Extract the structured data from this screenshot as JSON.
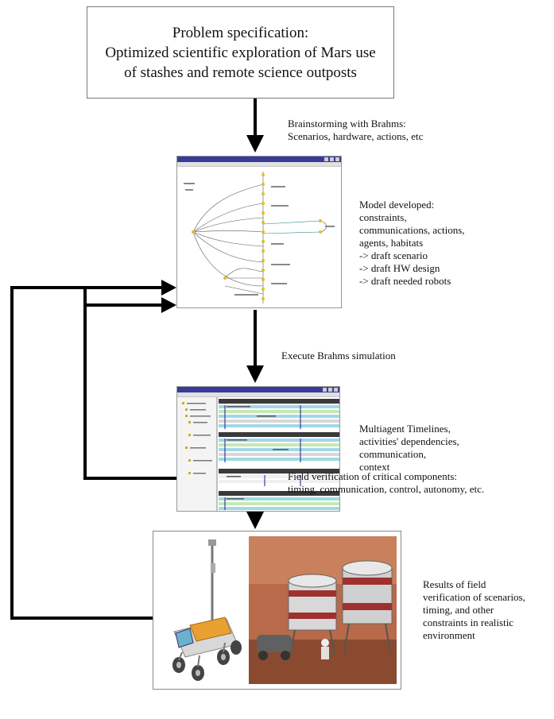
{
  "problem": {
    "lines": [
      "Problem specification:",
      "Optimized scientific exploration of Mars use",
      "of stashes and remote science outposts"
    ]
  },
  "brainstorm": {
    "lines": [
      "Brainstorming with Brahms:",
      "Scenarios, hardware, actions, etc"
    ]
  },
  "model": {
    "lines": [
      "Model developed:",
      "constraints,",
      "communications, actions,",
      "agents, habitats",
      "-> draft scenario",
      "-> draft HW design",
      "-> draft needed robots"
    ]
  },
  "execute": {
    "label": "Execute Brahms simulation"
  },
  "timelines": {
    "lines": [
      "Multiagent Timelines,",
      "activities' dependencies,",
      "communication,",
      "context"
    ]
  },
  "field": {
    "lines": [
      "Field verification of critical components:",
      "timing, communication, control, autonomy, etc."
    ]
  },
  "results": {
    "lines": [
      "Results of field",
      "verification of scenarios,",
      "timing, and other",
      "constraints in realistic",
      "environment"
    ]
  },
  "colors": {
    "arrow": "#000000",
    "window_titlebar": "#3a3a9a",
    "mars_sky": "#b86a4a",
    "rover_body": "#e8a030"
  }
}
